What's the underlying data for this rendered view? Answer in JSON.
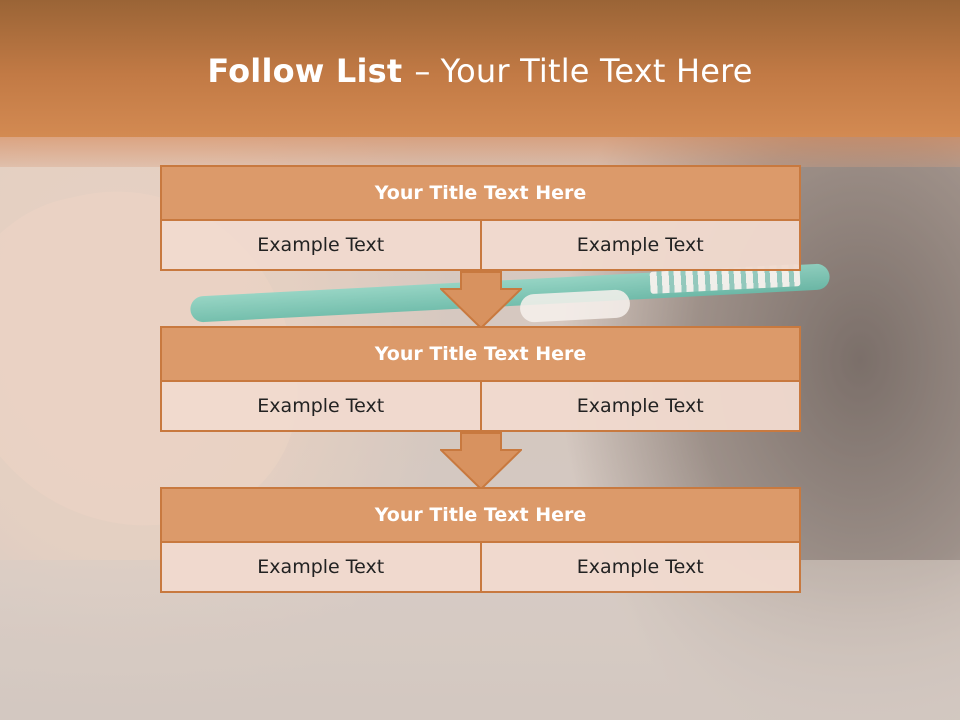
{
  "slide": {
    "title_bold": "Follow List",
    "title_separator": "–",
    "title_rest": "Your Title Text Here"
  },
  "colors": {
    "header": "#c27a45",
    "block_title_fill": "#dc9a6a",
    "block_border": "#c8793f",
    "cell_fill": "#f0dace",
    "arrow_fill": "#d8925f"
  },
  "steps": [
    {
      "title": "Your Title Text Here",
      "left": "Example Text",
      "right": "Example Text"
    },
    {
      "title": "Your Title Text Here",
      "left": "Example Text",
      "right": "Example Text"
    },
    {
      "title": "Your Title Text Here",
      "left": "Example Text",
      "right": "Example Text"
    }
  ]
}
